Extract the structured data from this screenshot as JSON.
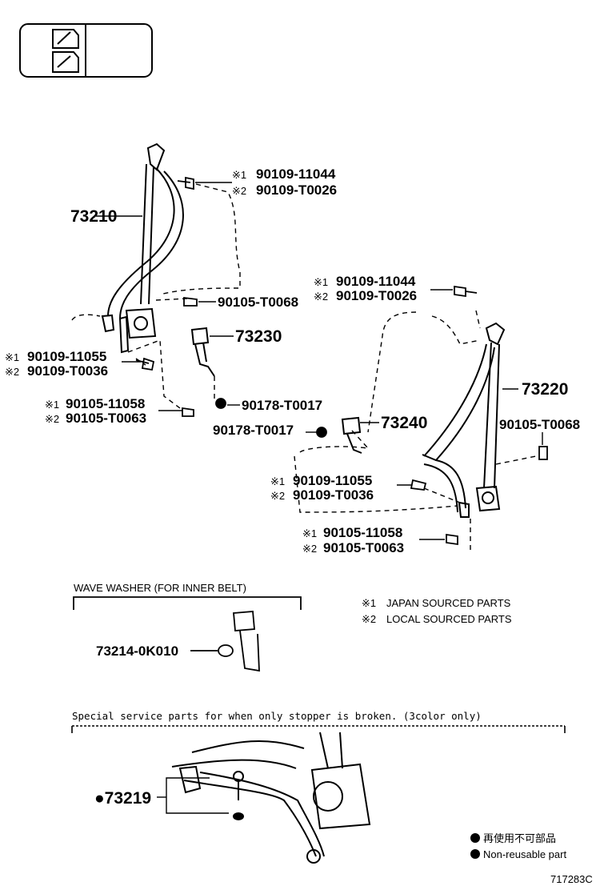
{
  "mark1": "※1",
  "mark2": "※2",
  "parts": {
    "p73210": "73210",
    "p73230": "73230",
    "p73220": "73220",
    "p73240": "73240",
    "bolt_a1": "90109-11044",
    "bolt_a2": "90109-T0026",
    "bolt_b1": "90109-11044",
    "bolt_b2": "90109-T0026",
    "t0068_left": "90105-T0068",
    "t0068_right": "90105-T0068",
    "bolt_c1": "90109-11055",
    "bolt_c2": "90109-T0036",
    "bolt_d1": "90105-11058",
    "bolt_d2": "90105-T0063",
    "nut_left": "90178-T0017",
    "nut_right": "90178-T0017",
    "bolt_e1": "90109-11055",
    "bolt_e2": "90109-T0036",
    "bolt_f1": "90105-11058",
    "bolt_f2": "90105-T0063"
  },
  "wave_washer": {
    "title": "WAVE WASHER (FOR INNER BELT)",
    "part": "73214-0K010"
  },
  "legend_marks": {
    "japan": "JAPAN SOURCED PARTS",
    "local": "LOCAL SOURCED PARTS"
  },
  "special": {
    "title": "Special service parts for when only stopper is broken. (3color only)",
    "part": "●73219"
  },
  "nonreusable": {
    "jp": "再使用不可部品",
    "en": "Non-reusable part"
  },
  "figure_id": "717283C"
}
